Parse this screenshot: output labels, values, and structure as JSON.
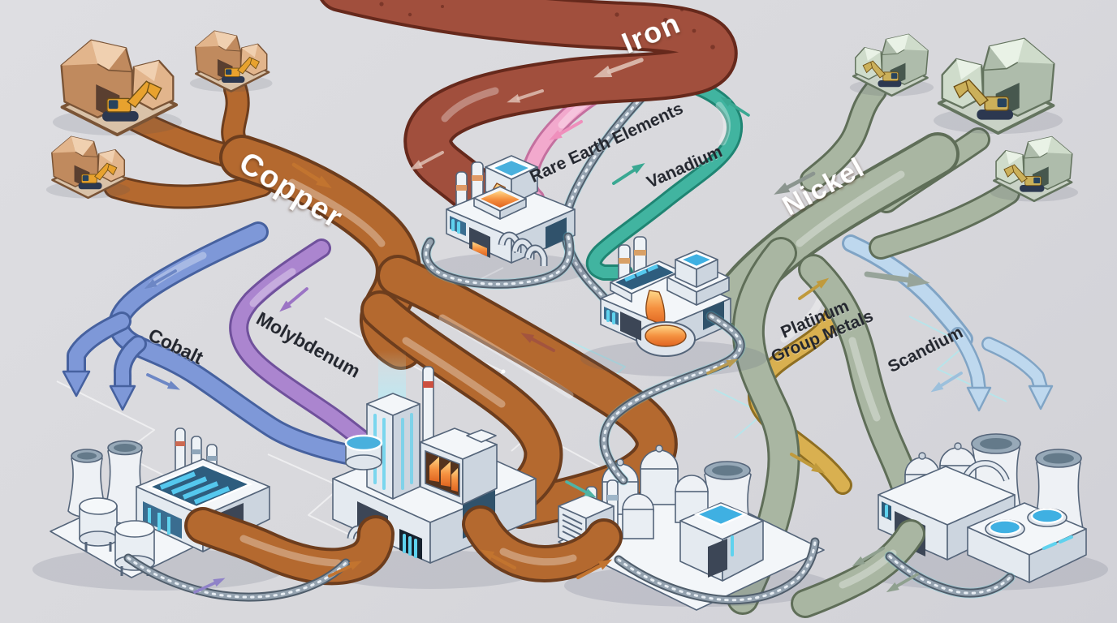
{
  "diagram": {
    "type": "isometric-material-flow-illustration",
    "labels": {
      "copper": "Copper",
      "iron": "Iron",
      "nickel": "Nickel",
      "cobalt": "Cobalt",
      "molybdenum": "Molybdenum",
      "rare_earth": "Rare Earth Elements",
      "vanadium": "Vanadium",
      "pgm_line1": "Platinum",
      "pgm_line2": "Group Metals",
      "scandium": "Scandium"
    },
    "colors": {
      "background": "#d8d8dc",
      "copper": "#b4692f",
      "copper_outline": "#6d3d1d",
      "iron": "#a14f3d",
      "iron_outline": "#66291c",
      "nickel": "#a9b6a2",
      "nickel_outline": "#5f6e58",
      "cobalt": "#7e98d8",
      "cobalt_outline": "#46619f",
      "molybdenum": "#ab85cf",
      "molybdenum_outline": "#70519c",
      "rare_earth": "#f2a9cd",
      "rare_earth_outline": "#c4709f",
      "vanadium": "#41b4a0",
      "vanadium_outline": "#1f8573",
      "pgm": "#d9b050",
      "pgm_outline": "#8f6f22",
      "scandium": "#bed8ee",
      "scandium_outline": "#80a4c5",
      "label_light": "#ffffff",
      "label_dark": "#23262e",
      "molten_glow": "#f59140",
      "cyan_glow": "#5fd2ee"
    },
    "nodes": {
      "mines": [
        {
          "id": "copper-mine-large"
        },
        {
          "id": "copper-mine-small-north"
        },
        {
          "id": "copper-mine-small-west"
        },
        {
          "id": "nickel-mine-small-west"
        },
        {
          "id": "nickel-mine-large"
        },
        {
          "id": "nickel-mine-small-south"
        }
      ],
      "factories": [
        {
          "id": "iron-smelter"
        },
        {
          "id": "secondary-smelter"
        },
        {
          "id": "copper-refinery"
        },
        {
          "id": "processing-plant-west"
        },
        {
          "id": "processing-plant-south"
        },
        {
          "id": "processing-plant-east"
        }
      ]
    }
  }
}
